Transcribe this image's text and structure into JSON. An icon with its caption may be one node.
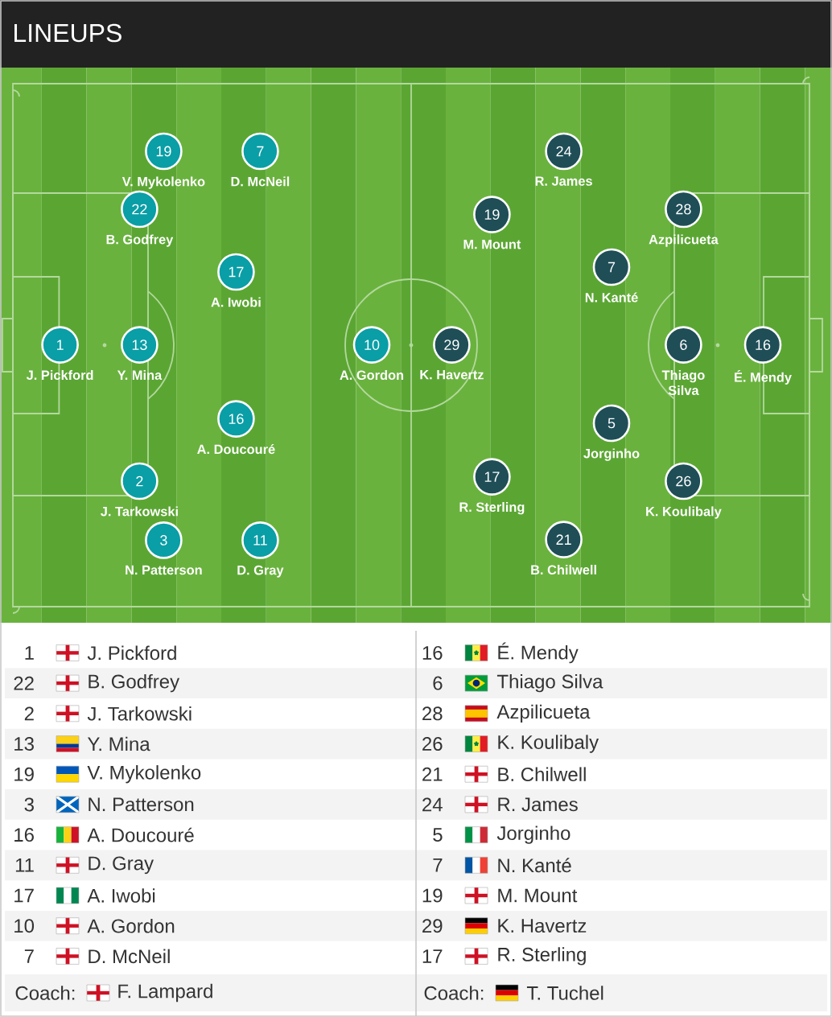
{
  "diagram": {
    "title": "LINEUPS",
    "nodes": [
      {
        "text": [
          "1"
        ],
        "beside": [
          "J. Pickford"
        ]
      },
      {
        "text": [
          "22"
        ],
        "beside": [
          "B. Godfrey"
        ]
      },
      {
        "text": [
          "2"
        ],
        "beside": [
          "J. Tarkowski"
        ]
      },
      {
        "text": [
          "13"
        ],
        "beside": [
          "Y. Mina"
        ]
      },
      {
        "text": [
          "19"
        ],
        "beside": [
          "V. Mykolenko"
        ]
      },
      {
        "text": [
          "3"
        ],
        "beside": [
          "N. Patterson"
        ]
      },
      {
        "text": [
          "16"
        ],
        "beside": [
          "A. Doucouré"
        ]
      },
      {
        "text": [
          "11"
        ],
        "beside": [
          "D. Gray"
        ]
      },
      {
        "text": [
          "17"
        ],
        "beside": [
          "A. Iwobi"
        ]
      },
      {
        "text": [
          "10"
        ],
        "beside": [
          "A. Gordon"
        ]
      },
      {
        "text": [
          "7"
        ],
        "beside": [
          "D. McNeil"
        ]
      },
      {
        "text": [
          "16"
        ],
        "beside": [
          "É. Mendy"
        ]
      },
      {
        "text": [
          "6"
        ],
        "beside": [
          "Thiago Silva"
        ]
      },
      {
        "text": [
          "28"
        ],
        "beside": [
          "Azpilicueta"
        ]
      },
      {
        "text": [
          "26"
        ],
        "beside": [
          "K. Koulibaly"
        ]
      },
      {
        "text": [
          "21"
        ],
        "beside": [
          "B. Chilwell"
        ]
      },
      {
        "text": [
          "24"
        ],
        "beside": [
          "R. James"
        ]
      },
      {
        "text": [
          "5"
        ],
        "beside": [
          "Jorginho"
        ]
      },
      {
        "text": [
          "7"
        ],
        "beside": [
          "N. Kanté"
        ]
      },
      {
        "text": [
          "19"
        ],
        "beside": [
          "M. Mount"
        ]
      },
      {
        "text": [
          "29"
        ],
        "beside": [
          "K. Havertz"
        ]
      },
      {
        "text": [
          "17"
        ],
        "beside": [
          "R. Sterling"
        ]
      }
    ],
    "labels": [
      "1",
      "J. Pickford",
      "16",
      "É. Mendy",
      "22",
      "B. Godfrey",
      "6",
      "Thiago Silva",
      "2",
      "J. Tarkowski",
      "28",
      "Azpilicueta",
      "13",
      "Y. Mina",
      "26",
      "K. Koulibaly",
      "19",
      "V. Mykolenko",
      "21",
      "B. Chilwell",
      "3",
      "N. Patterson",
      "24",
      "R. James",
      "16",
      "A. Doucouré",
      "5",
      "Jorginho",
      "11",
      "D. Gray",
      "7",
      "N. Kanté",
      "17",
      "A. Iwobi",
      "19",
      "M. Mount",
      "10",
      "A. Gordon",
      "29",
      "K. Havertz",
      "7",
      "D. McNeil",
      "17",
      "R. Sterling",
      "Coach:",
      "F. Lampard",
      "Coach:",
      "T. Tuchel"
    ]
  }
}
